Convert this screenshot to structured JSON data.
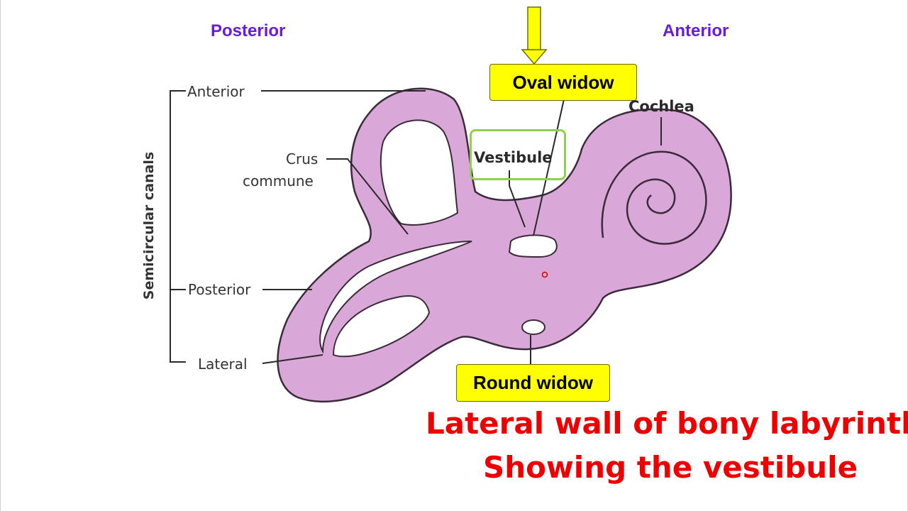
{
  "orientation": {
    "left": "Posterior",
    "right": "Anterior"
  },
  "callouts": {
    "oval": "Oval widow",
    "round": "Round  widow"
  },
  "labels": {
    "anterior": "Anterior",
    "crus_line1": "Crus",
    "crus_line2": "commune",
    "posterior": "Posterior",
    "lateral": "Lateral",
    "vestibule": "Vestibule",
    "cochlea": "Cochlea",
    "semicircular": "Semicircular canals"
  },
  "caption": {
    "line1": "Lateral wall of bony labyrinth",
    "line2": "Showing the vestibule"
  },
  "colors": {
    "labyrinth_fill": "#d9a8d8",
    "labyrinth_stroke": "#3a2a3a",
    "callout": "#ffff00",
    "highlight_box": "#8fd14f",
    "caption": "#ee0000",
    "orientation": "#6a1bd8"
  }
}
